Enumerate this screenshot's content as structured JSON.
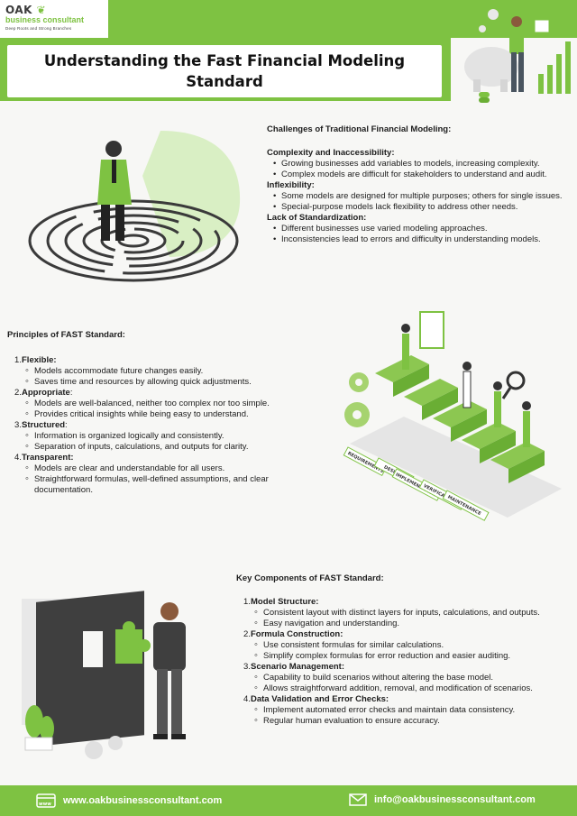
{
  "logo": {
    "oak": "OAK",
    "name": "business consultant",
    "tagline": "Deep Roots and Strong Branches"
  },
  "title": "Understanding the Fast Financial Modeling Standard",
  "challenges": {
    "heading": "Challenges of Traditional Financial Modeling:",
    "groups": [
      {
        "title": "Complexity and Inaccessibility:",
        "items": [
          "Growing businesses add variables to models, increasing complexity.",
          "Complex models are difficult for stakeholders to understand and audit."
        ]
      },
      {
        "title": "Inflexibility:",
        "items": [
          "Some models are designed for multiple purposes; others for single issues.",
          "Special-purpose models lack flexibility to address other needs."
        ]
      },
      {
        "title": "Lack of Standardization:",
        "items": [
          "Different businesses use varied modeling approaches.",
          "Inconsistencies lead to errors and difficulty in understanding models."
        ]
      }
    ]
  },
  "principles": {
    "heading": "Principles of FAST Standard:",
    "items": [
      {
        "num": "1.",
        "title": "Flexible:",
        "items": [
          "Models accommodate future changes easily.",
          "Saves time and resources by allowing quick adjustments."
        ]
      },
      {
        "num": "2.",
        "title": "Appropriate",
        "suffix": ":",
        "items": [
          "Models are well-balanced, neither too complex nor too simple.",
          "Provides critical insights while being easy to understand."
        ]
      },
      {
        "num": "3.",
        "title": "Structured",
        "suffix": ":",
        "items": [
          "Information is organized logically and consistently.",
          "Separation of inputs, calculations, and outputs for clarity."
        ]
      },
      {
        "num": "4.",
        "title": "Transparent:",
        "items": [
          "Models are clear and understandable for all users.",
          "Straightforward formulas, well-defined assumptions, and clear documentation."
        ]
      }
    ]
  },
  "stairs_labels": [
    "REQUIREMENTS",
    "DESIGN",
    "IMPLEMENTATION",
    "VERIFICATION",
    "MAINTENANCE"
  ],
  "components": {
    "heading": "Key Components of FAST Standard:",
    "items": [
      {
        "num": "1.",
        "title": "Model Structure:",
        "items": [
          "Consistent layout with distinct layers for inputs, calculations, and outputs.",
          "Easy navigation and understanding."
        ]
      },
      {
        "num": "2.",
        "title": "Formula Construction:",
        "items": [
          "Use consistent formulas for similar calculations.",
          "Simplify complex formulas for error reduction and easier auditing."
        ]
      },
      {
        "num": "3.",
        "title": "Scenario Management:",
        "items": [
          "Capability to build scenarios without altering the base model.",
          "Allows straightforward addition, removal, and modification of scenarios."
        ]
      },
      {
        "num": "4.",
        "title": "Data Validation and Error Checks:",
        "items": [
          "Implement automated error checks and maintain data consistency.",
          "Regular human evaluation to ensure accuracy."
        ]
      }
    ]
  },
  "footer": {
    "website": "www.oakbusinessconsultant.com",
    "email": "info@oakbusinessconsultant.com"
  },
  "colors": {
    "brand_green": "#7ec242",
    "dark_gray": "#3b3b3b"
  }
}
